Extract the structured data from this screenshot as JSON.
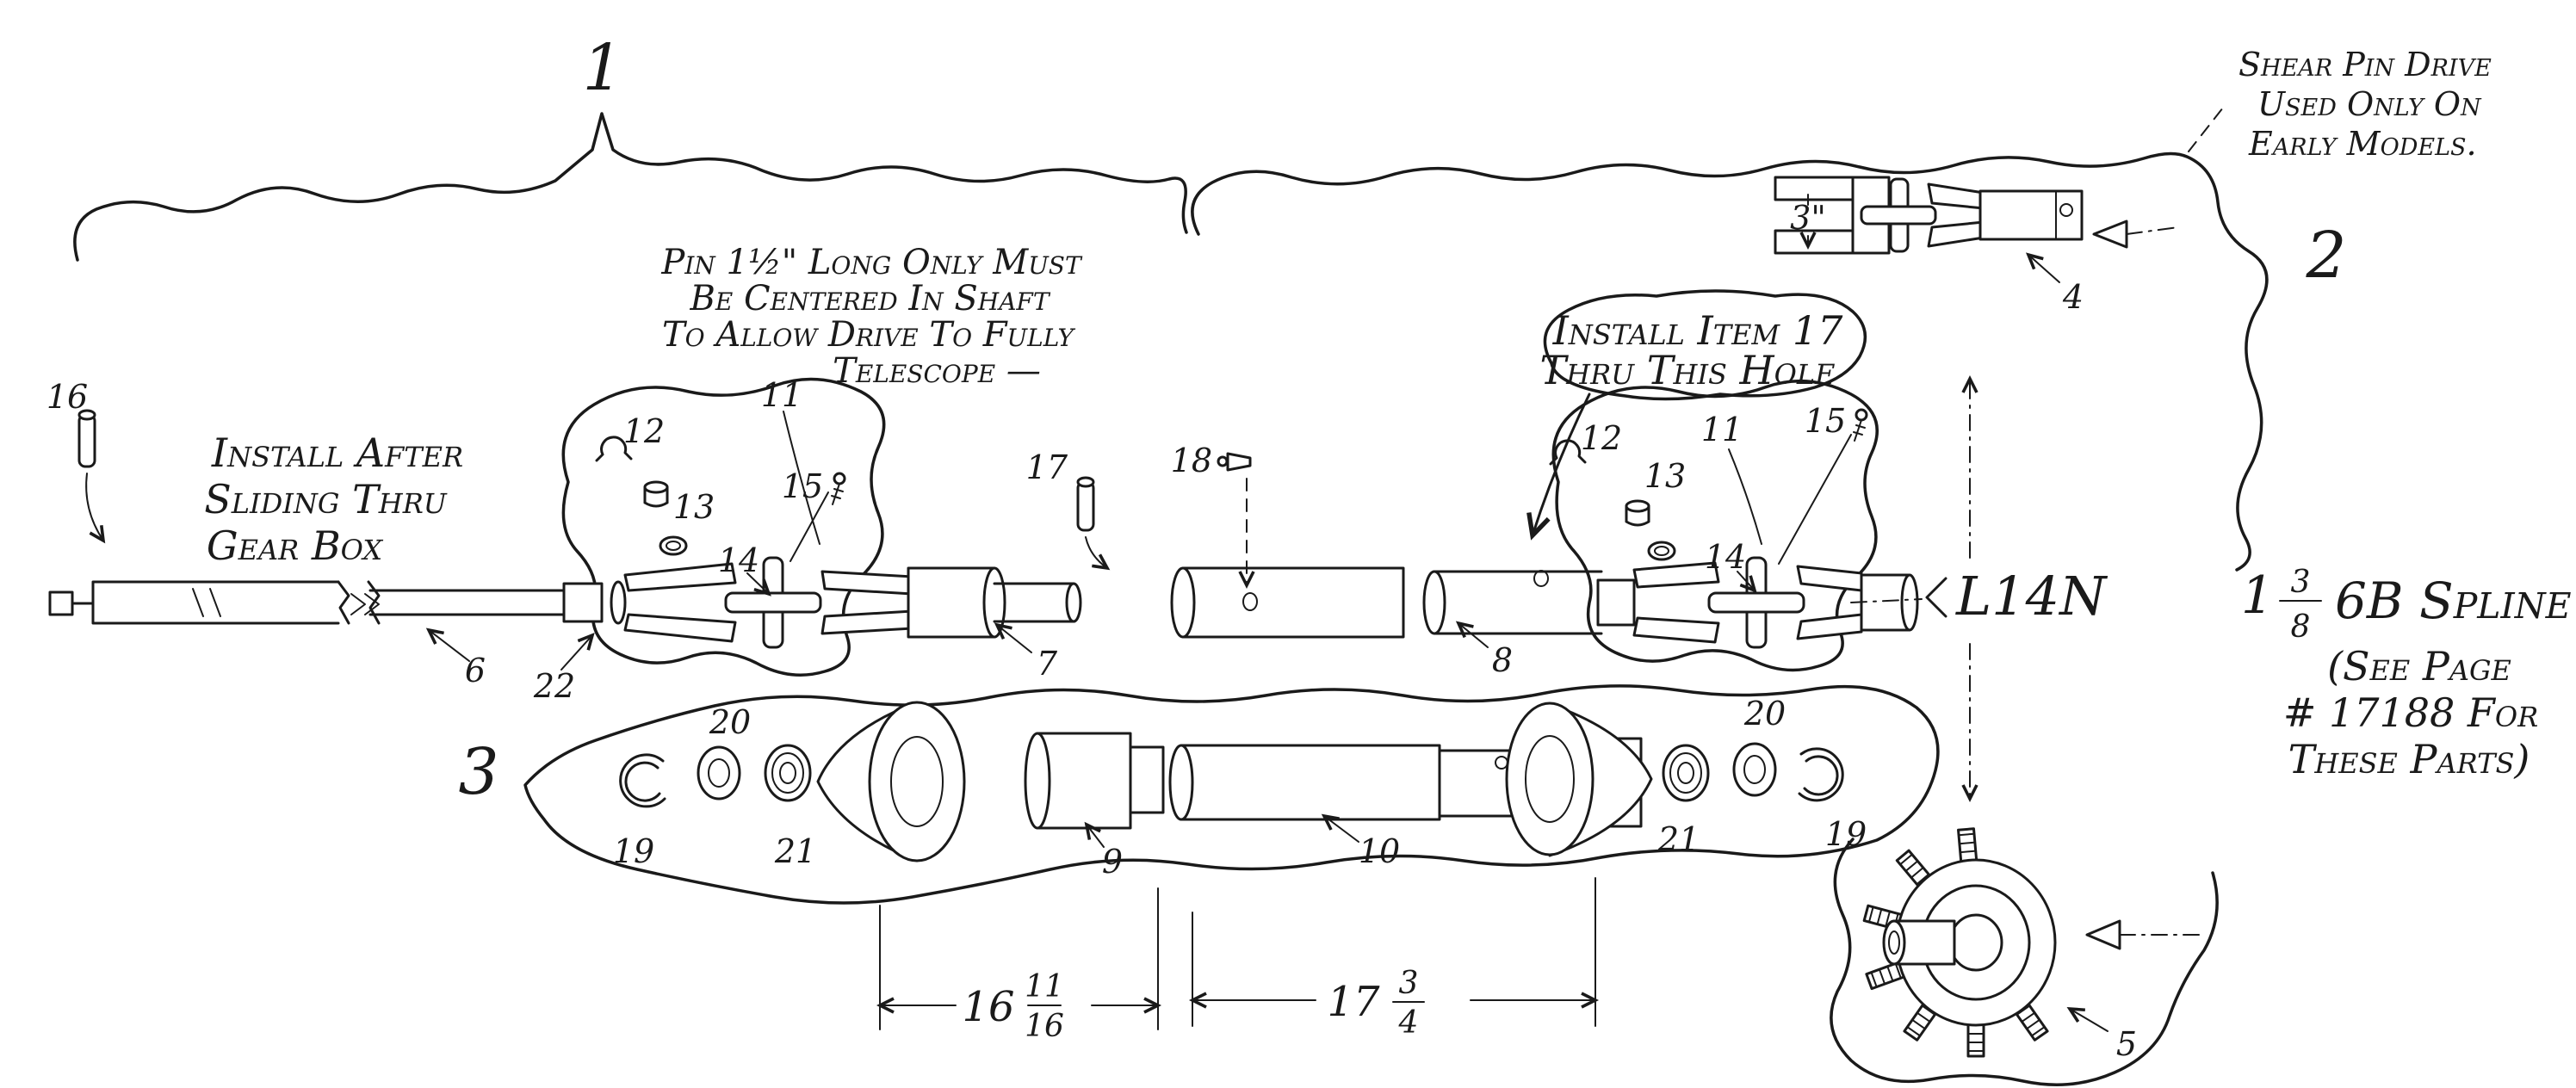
{
  "callouts": {
    "1": "1",
    "2": "2",
    "3": "3",
    "4": "4",
    "5": "5",
    "6": "6",
    "7": "7",
    "8": "8",
    "9": "9",
    "10": "10",
    "11": "11",
    "12": "12",
    "13": "13",
    "14": "14",
    "15": "15",
    "16": "16",
    "17": "17",
    "18": "18",
    "19": "19",
    "20": "20",
    "21": "21",
    "22": "22"
  },
  "notes": {
    "shear_pin": [
      "Shear Pin Drive",
      "Used Only On",
      "Early Models."
    ],
    "pin_length": [
      "Pin 1½\" Long Only Must",
      "Be Centered In Shaft",
      "To Allow Drive To Fully",
      "Telescope —"
    ],
    "install_item17": [
      "Install Item 17",
      "Thru This Hole"
    ],
    "install_after": [
      "Install After",
      "Sliding Thru",
      "Gear Box"
    ],
    "l14n": "L14N",
    "spline": {
      "whole": "1",
      "num": "3",
      "den": "8",
      "label": "6B Spline"
    },
    "see_page": [
      "(See Page",
      "# 17188 For",
      "These Parts)"
    ]
  },
  "dimensions": {
    "joint_width": "3\"",
    "dim_a": {
      "whole": "16",
      "num": "11",
      "den": "16"
    },
    "dim_b": {
      "whole": "17",
      "num": "3",
      "den": "4"
    }
  }
}
